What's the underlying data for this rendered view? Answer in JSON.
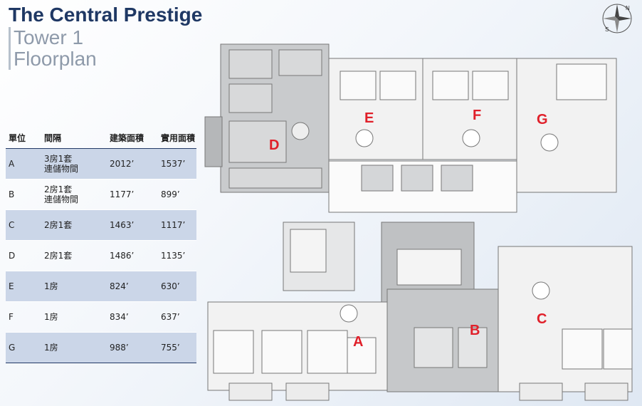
{
  "title": {
    "main": "The Central Prestige",
    "line2": "Tower 1",
    "line3": "Floorplan"
  },
  "table": {
    "headers": [
      "單位",
      "間隔",
      "建築面積",
      "實用面積"
    ],
    "rows": [
      {
        "unit": "A",
        "layout": "3房1套",
        "layout2": "連儲物間",
        "gross": "2012’",
        "saleable": "1537’"
      },
      {
        "unit": "B",
        "layout": "2房1套",
        "layout2": "連儲物間",
        "gross": "1177’",
        "saleable": "899’"
      },
      {
        "unit": "C",
        "layout": "2房1套",
        "layout2": "",
        "gross": "1463’",
        "saleable": "1117’"
      },
      {
        "unit": "D",
        "layout": "2房1套",
        "layout2": "",
        "gross": "1486’",
        "saleable": "1135’"
      },
      {
        "unit": "E",
        "layout": "1房",
        "layout2": "",
        "gross": "824’",
        "saleable": "630’"
      },
      {
        "unit": "F",
        "layout": "1房",
        "layout2": "",
        "gross": "834’",
        "saleable": "637’"
      },
      {
        "unit": "G",
        "layout": "1房",
        "layout2": "",
        "gross": "988’",
        "saleable": "755’"
      }
    ]
  },
  "plan_labels": {
    "a": "A",
    "b": "B",
    "c": "C",
    "d": "D",
    "e": "E",
    "f": "F",
    "g": "G"
  },
  "compass": {
    "n": "N",
    "s": "S"
  },
  "colors": {
    "title": "#1f3864",
    "subtitle": "#8e9aaa",
    "row_shade": "#cbd6e8",
    "unit_label": "#e0202a"
  }
}
